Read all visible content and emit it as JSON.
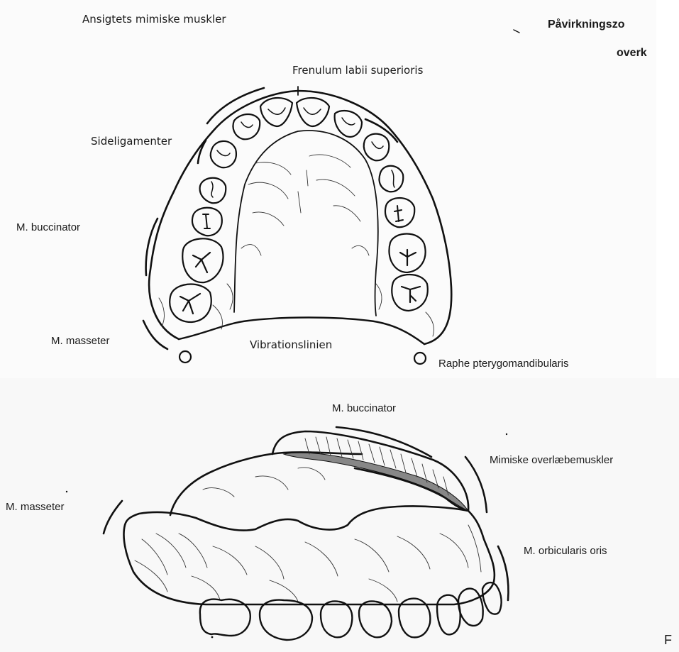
{
  "top_figure": {
    "labels": {
      "ansigtets": "Ansigtets mimiske muskler",
      "heading_line1": "Påvirkningszo",
      "heading_line2": "overk",
      "frenulum": "Frenulum labii superioris",
      "sideligamenter": "Sideligamenter",
      "buccinator": "M. buccinator",
      "masseter": "M. masseter",
      "vibrationslinien": "Vibrationslinien",
      "raphe": "Raphe pterygomandibularis"
    }
  },
  "bottom_figure": {
    "labels": {
      "buccinator": "M. buccinator",
      "mimiske": "Mimiske overlæbemuskler",
      "masseter": "M. masseter",
      "orbicularis": "M. orbicularis oris",
      "corner_letter": "F"
    }
  },
  "colors": {
    "ink": "#111111",
    "paper": "#fbfbfb"
  }
}
